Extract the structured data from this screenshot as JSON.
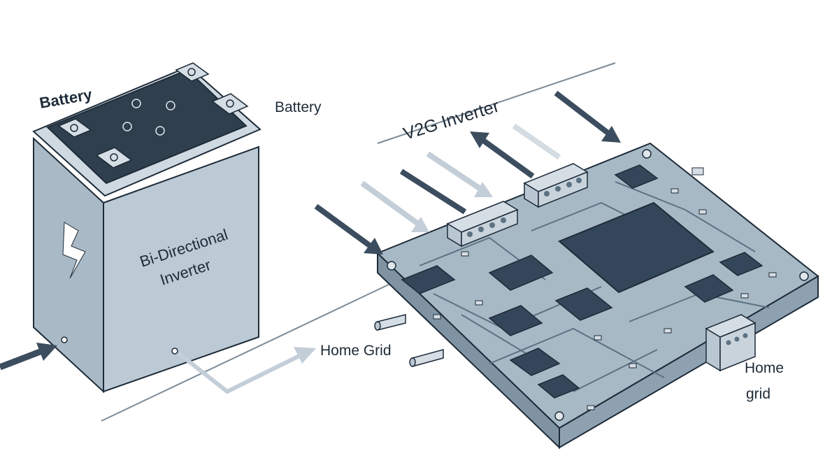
{
  "labels": {
    "battery_top_left": "Battery",
    "battery_top_right": "Battery",
    "battery_body_line1": "Bi-Directional",
    "battery_body_line2": "Inverter",
    "v2g_inverter": "V2G Inverter",
    "home_grid_center": "Home Grid",
    "home_grid_right_line1": "Home",
    "home_grid_right_line2": "grid"
  },
  "colors": {
    "outline": "#1e2b38",
    "battery_body": "#b9c7d2",
    "battery_top": "#2f3f4e",
    "board": "#a8b9c6",
    "board_edge": "#7f93a3",
    "chip": "#34475a",
    "arrow_dark": "#3b4d5e",
    "arrow_light": "#c3ced8"
  },
  "icons": {
    "battery_logo": "lightning-bolt-icon"
  }
}
